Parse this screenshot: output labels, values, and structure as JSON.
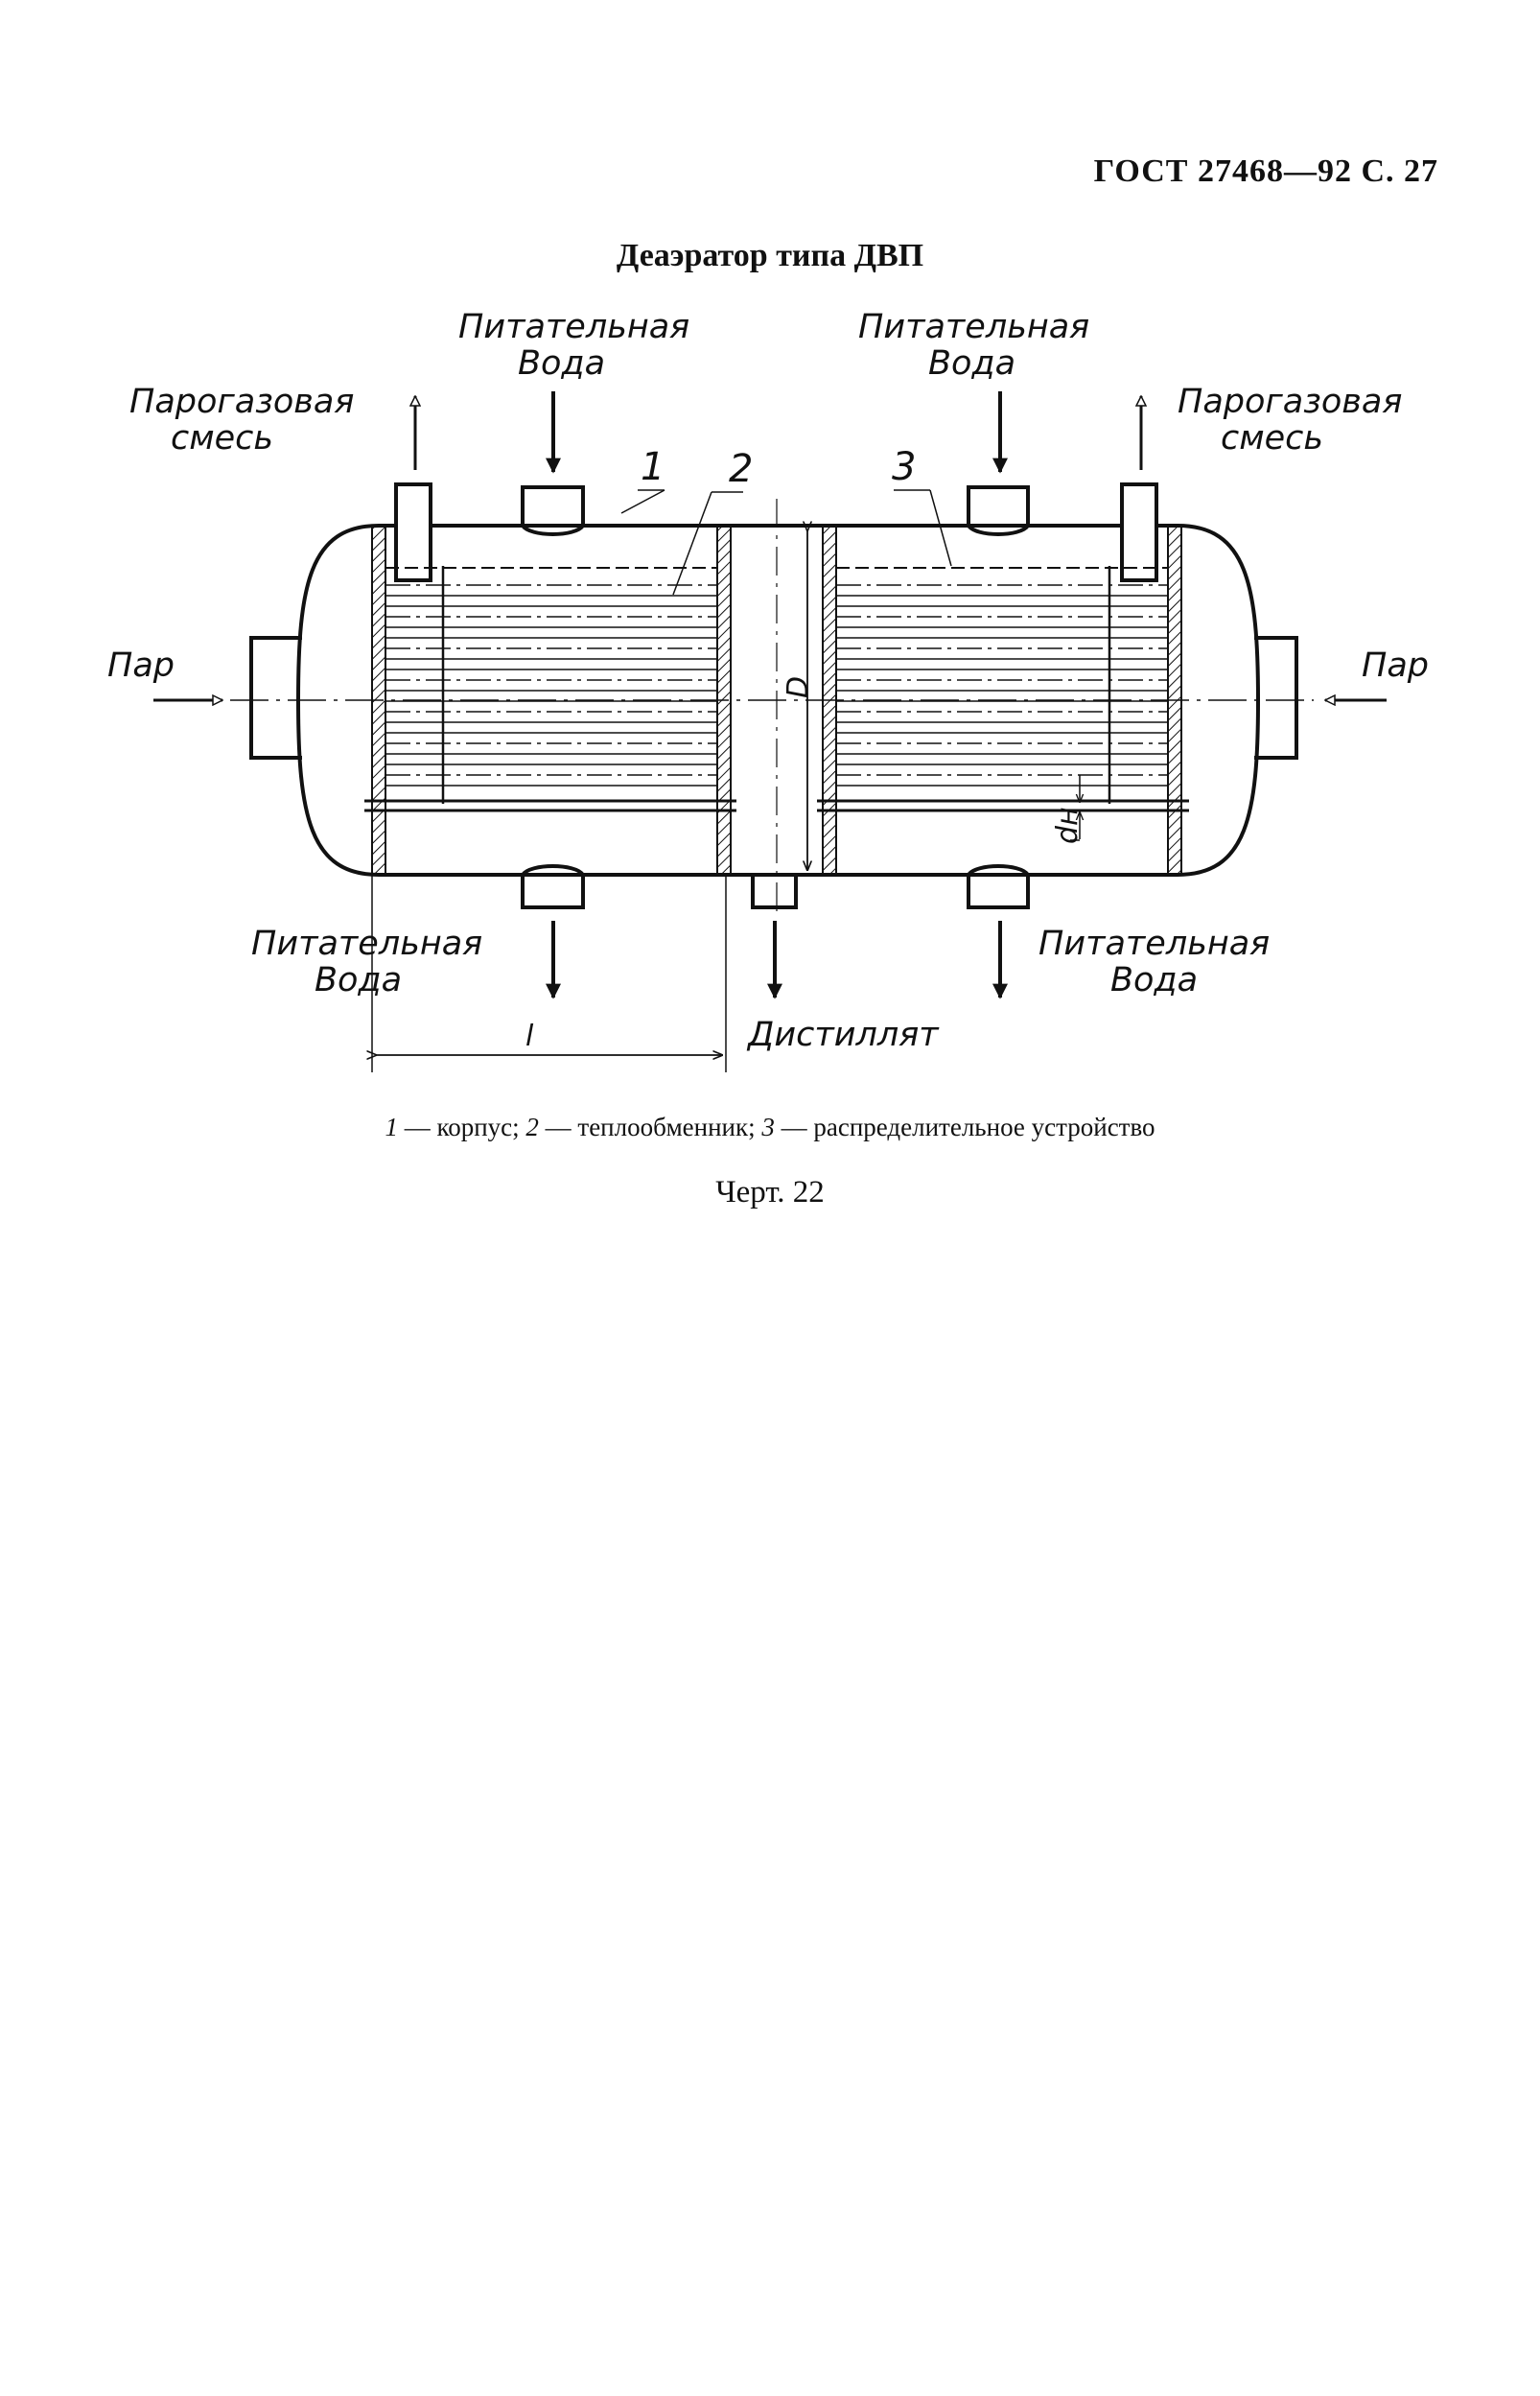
{
  "header": {
    "text": "ГОСТ 27468—92 С. 27"
  },
  "title": "Деаэратор типа ДВП",
  "diagram": {
    "labels": {
      "feed_water_top_left": [
        "Питательная",
        "Вода"
      ],
      "feed_water_top_right": [
        "Питательная",
        "Вода"
      ],
      "gas_mix_left": [
        "Парогазовая",
        "смесь"
      ],
      "gas_mix_right": [
        "Парогазовая",
        "смесь"
      ],
      "steam_left": "Пар",
      "steam_right": "Пар",
      "feed_water_bottom_left": [
        "Питательная",
        "Вода"
      ],
      "feed_water_bottom_right": [
        "Питательная",
        "Вода"
      ],
      "distillate": "Дистиллят",
      "dim_D": "D",
      "dim_l": "l",
      "dim_dh": "dн",
      "callout_1": "1",
      "callout_2": "2",
      "callout_3": "3"
    }
  },
  "caption": {
    "n1": "1",
    "t1": "— корпус;",
    "n2": "2",
    "t2": "— теплообменник;",
    "n3": "3",
    "t3": "— распределительное устройство"
  },
  "figure_label": "Черт. 22"
}
